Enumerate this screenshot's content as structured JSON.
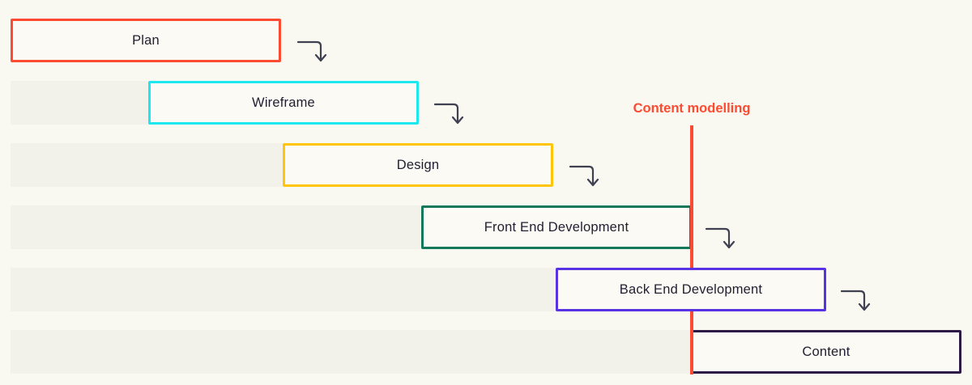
{
  "diagram": {
    "background_color": "#f9f8f1",
    "track_color": "#f2f1ea",
    "box_fill_color": "#fbfaf4",
    "text_color": "#211e31",
    "arrow_color": "#3f4152",
    "rows": [
      {
        "label": "Plan",
        "border_color": "#fc4b31"
      },
      {
        "label": "Wireframe",
        "border_color": "#1de8f0"
      },
      {
        "label": "Design",
        "border_color": "#fec50b"
      },
      {
        "label": "Front End Development",
        "border_color": "#13795a"
      },
      {
        "label": "Back End Development",
        "border_color": "#5733e4"
      },
      {
        "label": "Content",
        "border_color": "#2d1b46"
      }
    ],
    "milestone": {
      "label": "Content modelling",
      "color": "#fc4b31"
    }
  }
}
